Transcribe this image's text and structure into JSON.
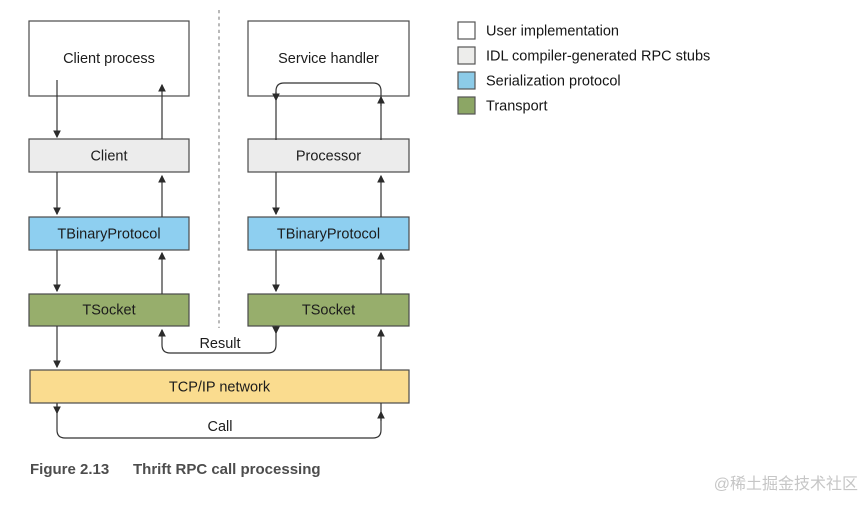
{
  "diagram": {
    "boxes": {
      "client_process": "Client process",
      "service_handler": "Service handler",
      "client": "Client",
      "processor": "Processor",
      "tbinary_left": "TBinaryProtocol",
      "tbinary_right": "TBinaryProtocol",
      "tsocket_left": "TSocket",
      "tsocket_right": "TSocket",
      "tcpip": "TCP/IP network"
    },
    "edge_labels": {
      "result": "Result",
      "call": "Call"
    }
  },
  "legend": {
    "items": [
      {
        "label": "User implementation",
        "color": "#ffffff"
      },
      {
        "label": "IDL compiler-generated RPC stubs",
        "color": "#ededeb"
      },
      {
        "label": "Serialization protocol",
        "color": "#8ccbe8"
      },
      {
        "label": "Transport",
        "color": "#8ca665"
      }
    ]
  },
  "caption": {
    "figure_label": "Figure 2.13",
    "title": "Thrift RPC call processing"
  },
  "watermark": "@稀土掘金技术社区",
  "colors": {
    "user_impl_fill": "#ffffff",
    "stub_fill": "#ececec",
    "serialization_fill": "#8ecff0",
    "transport_fill": "#97ae6c",
    "network_fill": "#fadc8f"
  }
}
